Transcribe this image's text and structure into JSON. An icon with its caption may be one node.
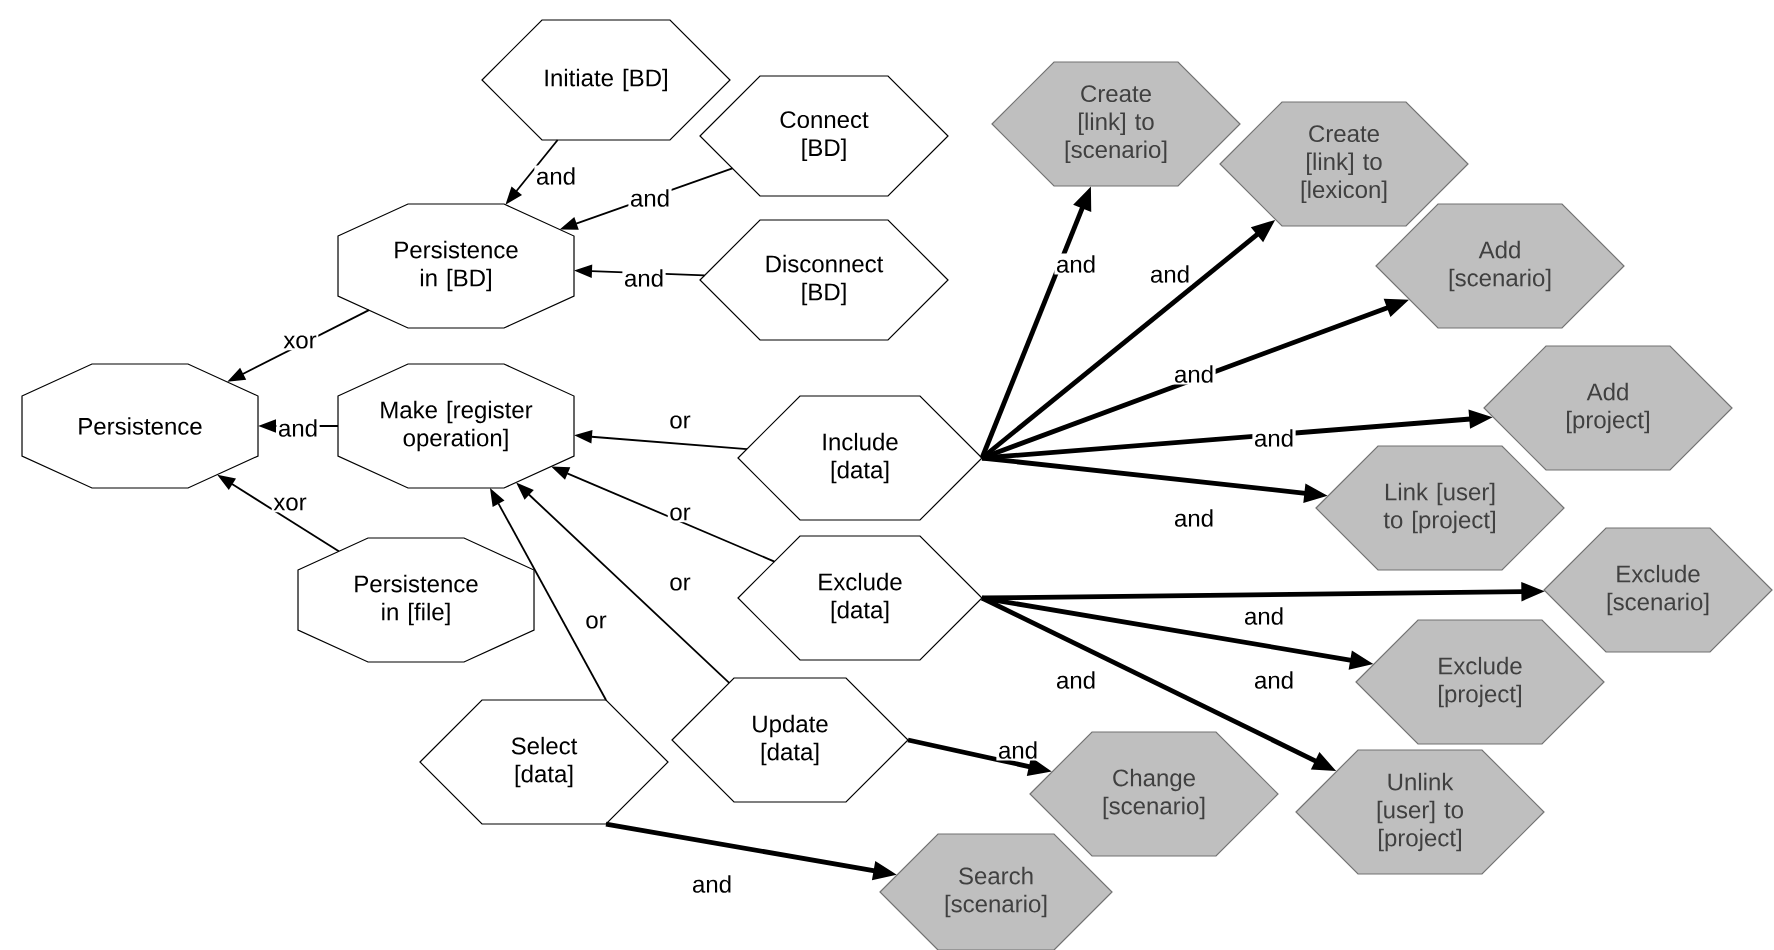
{
  "diagram": {
    "nodes": [
      {
        "text": [
          "Initiate [BD]"
        ]
      },
      {
        "text": [
          "Connect [BD]"
        ]
      },
      {
        "text": [
          "Persistence in [BD]"
        ]
      },
      {
        "text": [
          "Disconnect [BD]"
        ]
      },
      {
        "text": [
          "Create [link] to [scenario]"
        ]
      },
      {
        "text": [
          "Create [link] to [lexicon]"
        ]
      },
      {
        "text": [
          "Add [scenario]"
        ]
      },
      {
        "text": [
          "Persistence"
        ]
      },
      {
        "text": [
          "Make [register operation]"
        ]
      },
      {
        "text": [
          "Include [data]"
        ]
      },
      {
        "text": [
          "Add [project]"
        ]
      },
      {
        "text": [
          "Link [user] to [project]"
        ]
      },
      {
        "text": [
          "Exclude [data]"
        ]
      },
      {
        "text": [
          "Persistence in [file]"
        ]
      },
      {
        "text": [
          "Exclude [scenario]"
        ]
      },
      {
        "text": [
          "Exclude [project]"
        ]
      },
      {
        "text": [
          "Update [data]"
        ]
      },
      {
        "text": [
          "Select [data]"
        ]
      },
      {
        "text": [
          "Change [scenario]"
        ]
      },
      {
        "text": [
          "Unlink [user] to [project]"
        ]
      },
      {
        "text": [
          "Search [scenario]"
        ]
      }
    ],
    "edges": [
      {
        "from": 0,
        "to": 2,
        "arrow": "to",
        "label": "and"
      },
      {
        "from": 1,
        "to": 2,
        "arrow": "to",
        "label": "and"
      },
      {
        "from": 3,
        "to": 2,
        "arrow": "to",
        "label": "and"
      },
      {
        "from": 2,
        "to": 7,
        "arrow": "to",
        "label": "xor"
      },
      {
        "from": 8,
        "to": 7,
        "arrow": "to",
        "label": "and"
      },
      {
        "from": 13,
        "to": 7,
        "arrow": "to",
        "label": "xor"
      },
      {
        "from": 9,
        "to": 8,
        "arrow": "to",
        "label": "or"
      },
      {
        "from": 12,
        "to": 8,
        "arrow": "to",
        "label": "or"
      },
      {
        "from": 16,
        "to": 8,
        "arrow": "to",
        "label": "or"
      },
      {
        "from": 17,
        "to": 8,
        "arrow": "to",
        "label": "or"
      },
      {
        "from": 9,
        "to": 4,
        "arrow": "to",
        "label": "and",
        "style": "thick"
      },
      {
        "from": 9,
        "to": 5,
        "arrow": "to",
        "label": "and",
        "style": "thick"
      },
      {
        "from": 9,
        "to": 6,
        "arrow": "to",
        "label": "and",
        "style": "thick"
      },
      {
        "from": 9,
        "to": 10,
        "arrow": "to",
        "label": "and",
        "style": "thick"
      },
      {
        "from": 9,
        "to": 11,
        "arrow": "to",
        "label": "and",
        "style": "thick"
      },
      {
        "from": 12,
        "to": 14,
        "arrow": "to",
        "label": "and",
        "style": "thick"
      },
      {
        "from": 12,
        "to": 15,
        "arrow": "to",
        "label": "and",
        "style": "thick"
      },
      {
        "from": 12,
        "to": 19,
        "arrow": "to",
        "label": "and",
        "style": "thick"
      },
      {
        "from": 16,
        "to": 18,
        "arrow": "to",
        "label": "and",
        "style": "thick"
      },
      {
        "from": 17,
        "to": 20,
        "arrow": "to",
        "label": "and",
        "style": "thick"
      }
    ]
  }
}
